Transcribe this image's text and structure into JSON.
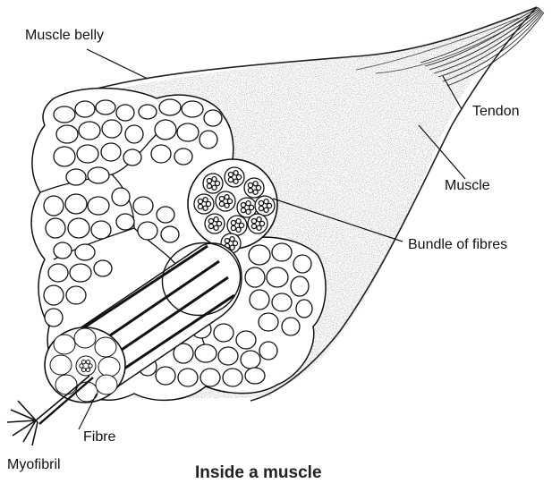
{
  "labels": {
    "muscle_belly": "Muscle belly",
    "tendon": "Tendon",
    "muscle": "Muscle",
    "bundle_of_fibres": "Bundle of fibres",
    "fibre": "Fibre",
    "myofibril": "Myofibril"
  },
  "caption": "Inside a muscle",
  "colors": {
    "ink": "#111111",
    "background": "#ffffff"
  }
}
